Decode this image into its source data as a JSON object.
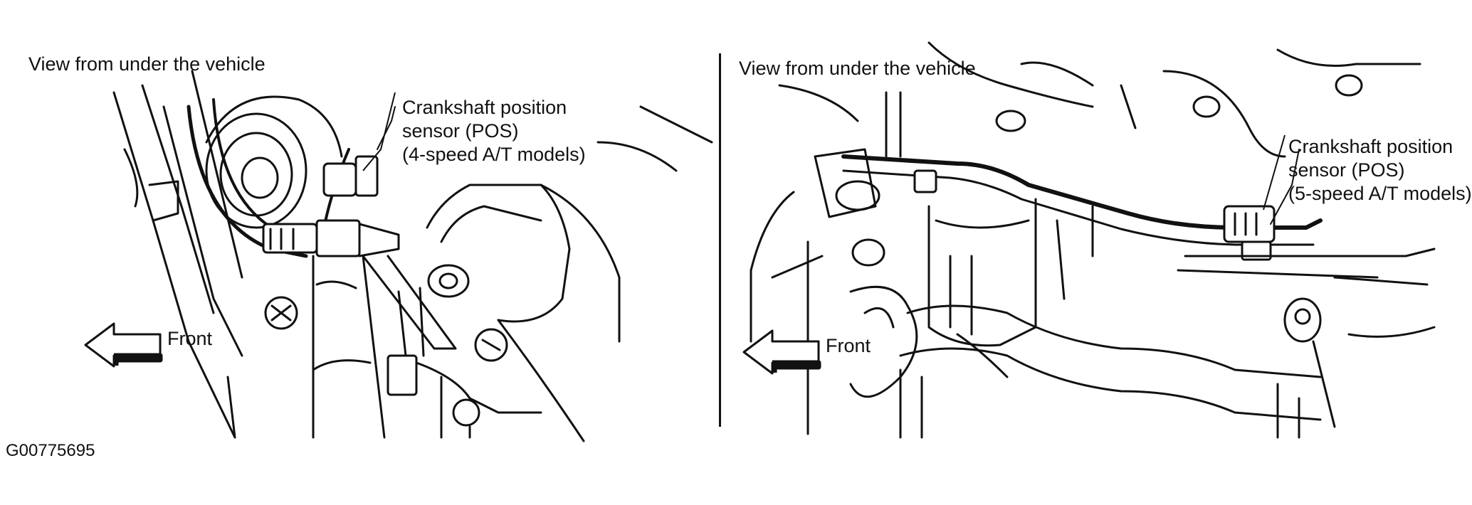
{
  "panels": [
    {
      "view_label": "View from under the vehicle",
      "callout_lines": [
        "Crankshaft position",
        "sensor (POS)",
        "(4-speed A/T models)"
      ],
      "front_label": "Front"
    },
    {
      "view_label": "View from under the vehicle",
      "callout_lines": [
        "Crankshaft position",
        "sensor (POS)",
        "(5-speed A/T models)"
      ],
      "front_label": "Front"
    }
  ],
  "figure_id": "G00775695"
}
